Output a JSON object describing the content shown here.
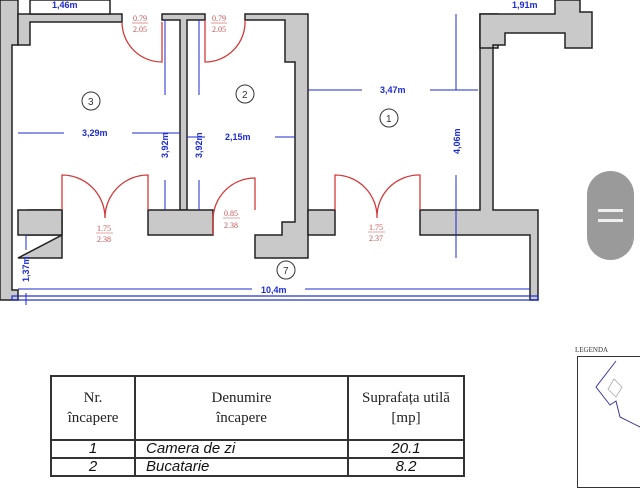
{
  "plan": {
    "rooms": [
      {
        "number": "1"
      },
      {
        "number": "2"
      },
      {
        "number": "3"
      },
      {
        "number": "7"
      }
    ],
    "dimensions": {
      "top_left": "1,46m",
      "top_right": "1,91m",
      "room1_width": "3,47m",
      "room1_height": "4,06m",
      "room2_width": "2,15m",
      "room2_height": "3,92m",
      "room3_width": "3,29m",
      "room3_height": "3,92m",
      "corridor_height": "1,37m",
      "corridor_width": "10,4m"
    },
    "doors": {
      "d1": {
        "w": "0.79",
        "h": "2.05"
      },
      "d2": {
        "w": "0.79",
        "h": "2.05"
      },
      "d3": {
        "w": "1.75",
        "h": "2.38"
      },
      "d4": {
        "w": "0.85",
        "h": "2.38"
      },
      "d5": {
        "w": "1.75",
        "h": "2.37"
      }
    },
    "colors": {
      "wall": "#c9c9c9",
      "dimension": "#1c2bd0",
      "door": "#d43a3a"
    }
  },
  "table": {
    "headers": [
      {
        "l1": "Nr.",
        "l2": "încapere"
      },
      {
        "l1": "Denumire",
        "l2": "încapere"
      },
      {
        "l1": "Suprafața utilă",
        "l2": "[mp]"
      }
    ],
    "rows": [
      {
        "nr": "1",
        "name": "Camera de zi",
        "area": "20.1"
      },
      {
        "nr": "2",
        "name": "Bucatarie",
        "area": "8.2"
      }
    ]
  },
  "legend": {
    "title": "LEGENDA"
  }
}
